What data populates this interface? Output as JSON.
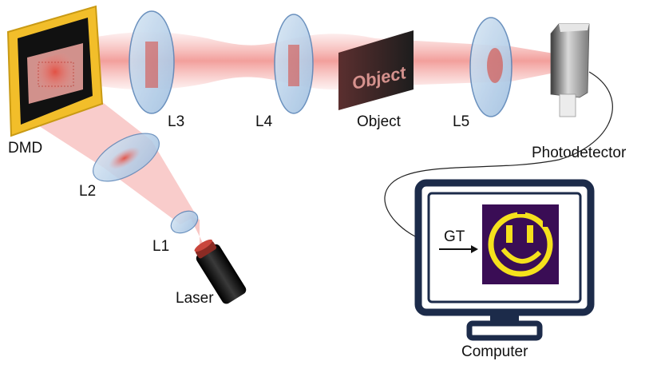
{
  "labels": {
    "dmd": "DMD",
    "l1": "L1",
    "l2": "L2",
    "l3": "L3",
    "l4": "L4",
    "l5": "L5",
    "object_label": "Object",
    "object_on_slide": "Object",
    "laser": "Laser",
    "photodetector": "Photodetector",
    "computer": "Computer",
    "gt": "GT"
  },
  "colors": {
    "beam": "#f4a3a0",
    "lens_fill": "#b9d2ea",
    "lens_edge": "#5b86b8",
    "dmd_frame": "#f2be2a",
    "monitor_frame": "#1c2b4a",
    "smiley_bg": "#3a0d55",
    "smiley_fg": "#f5e11c"
  },
  "icons": {
    "laser": "laser-icon",
    "photodetector": "photodetector-icon",
    "computer": "computer-monitor-icon",
    "smiley": "smiley-icon"
  }
}
